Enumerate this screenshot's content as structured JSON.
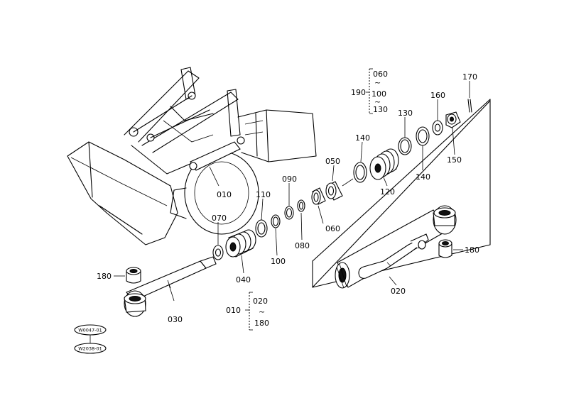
{
  "parts": {
    "p010": "010",
    "p020": "020",
    "p030": "030",
    "p040": "040",
    "p050": "050",
    "p060": "060",
    "p070": "070",
    "p080": "080",
    "p090": "090",
    "p100": "100",
    "p110": "110",
    "p120": "120",
    "p130": "130",
    "p140": "140",
    "p150": "150",
    "p160": "160",
    "p170": "170",
    "p180": "180",
    "p190": "190"
  },
  "groups": {
    "g190": {
      "label": "190",
      "from": "060",
      "mid": "100",
      "to": "130"
    },
    "g010": {
      "label": "010",
      "from": "020",
      "to": "180"
    },
    "tilde": "~"
  },
  "refs": {
    "ref1": "W0047-01",
    "ref2": "W2038-01"
  }
}
